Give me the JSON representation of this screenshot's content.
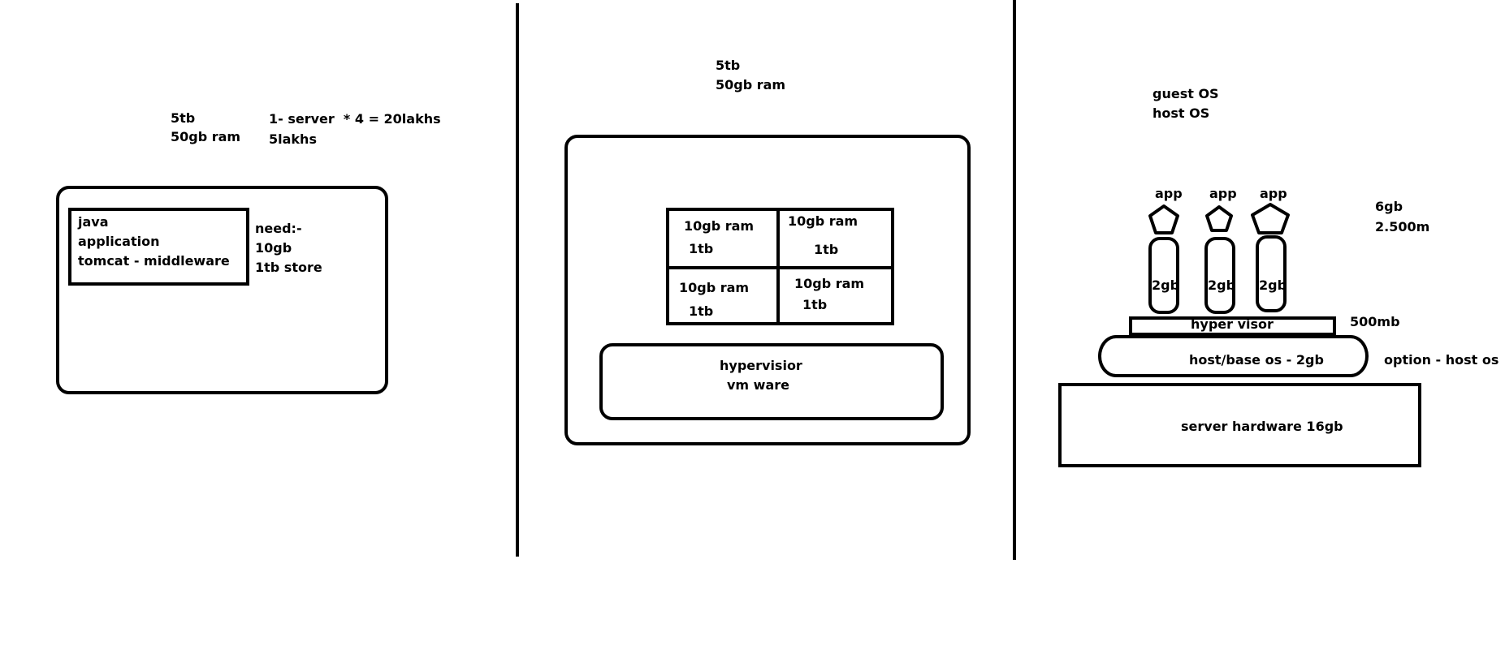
{
  "panel_left": {
    "spec_line1": "5tb",
    "spec_line2": "50gb ram",
    "cost_line1": "1- server  * 4 = 20lakhs",
    "cost_line2": "5lakhs",
    "app_line1": "java",
    "app_line2": "application",
    "app_line3": "tomcat - middleware",
    "need_line1": "need:-",
    "need_line2": "10gb",
    "need_line3": "1tb store"
  },
  "panel_middle": {
    "spec_line1": "5tb",
    "spec_line2": "50gb ram",
    "vms": [
      {
        "ram": "10gb ram",
        "store": "1tb"
      },
      {
        "ram": "10gb ram",
        "store": "1tb"
      },
      {
        "ram": "10gb ram",
        "store": "1tb"
      },
      {
        "ram": "10gb ram",
        "store": "1tb"
      }
    ],
    "hypervisor_line1": "hypervisior",
    "hypervisor_line2": "vm ware"
  },
  "panel_right": {
    "os_line1": "guest OS",
    "os_line2": "host OS",
    "apps": [
      {
        "label": "app",
        "mem": "2gb"
      },
      {
        "label": "app",
        "mem": "2gb"
      },
      {
        "label": "app",
        "mem": "2gb"
      }
    ],
    "total_line1": "6gb",
    "total_line2": "2.500m",
    "hypervisor_label": "hyper visor",
    "hypervisor_size": "500mb",
    "host_os_label": "host/base os - 2gb",
    "host_os_option": "option - host os",
    "hardware_label": "server hardware 16gb"
  }
}
